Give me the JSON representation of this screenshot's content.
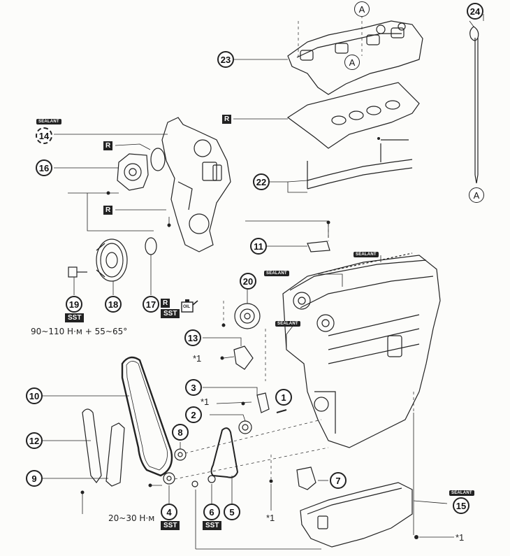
{
  "callouts": {
    "c1": "1",
    "c2": "2",
    "c3": "3",
    "c4": "4",
    "c5": "5",
    "c6": "6",
    "c7": "7",
    "c8": "8",
    "c9": "9",
    "c10": "10",
    "c11": "11",
    "c12": "12",
    "c13": "13",
    "c14": "14",
    "c15": "15",
    "c16": "16",
    "c17": "17",
    "c18": "18",
    "c19": "19",
    "c20": "20",
    "c22": "22",
    "c23": "23",
    "c24": "24"
  },
  "letters": {
    "a_top": "A",
    "a_cover": "A",
    "a_dipstick": "A"
  },
  "tags": {
    "r": "R",
    "sst": "SST",
    "sealant": "SEALANT",
    "oil": "OIL"
  },
  "torques": {
    "crank_bolt": "90~110 Н·м + 55~65°",
    "tensioner_bolt": "20~30 Н·м"
  },
  "notes": {
    "star1": "*1"
  },
  "colors": {
    "ink": "#222222",
    "paper": "#fcfcfa"
  }
}
